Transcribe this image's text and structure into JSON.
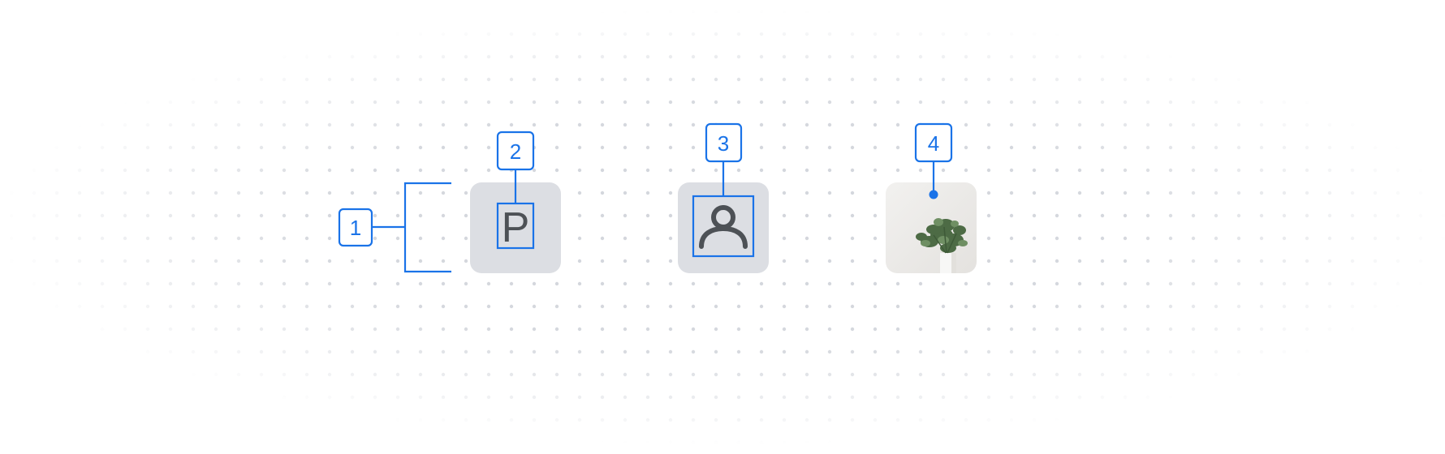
{
  "colors": {
    "annotation": "#1a73e8",
    "avatar_bg": "#dcdee3",
    "icon": "#4d5156",
    "dots": "#d3d6dc"
  },
  "markers": [
    {
      "label": "1"
    },
    {
      "label": "2"
    },
    {
      "label": "3"
    },
    {
      "label": "4"
    }
  ],
  "avatars": {
    "monogram": {
      "letter": "P"
    },
    "icon": {
      "icon": "person-icon"
    },
    "image": {
      "subject": "potted-plant"
    }
  }
}
